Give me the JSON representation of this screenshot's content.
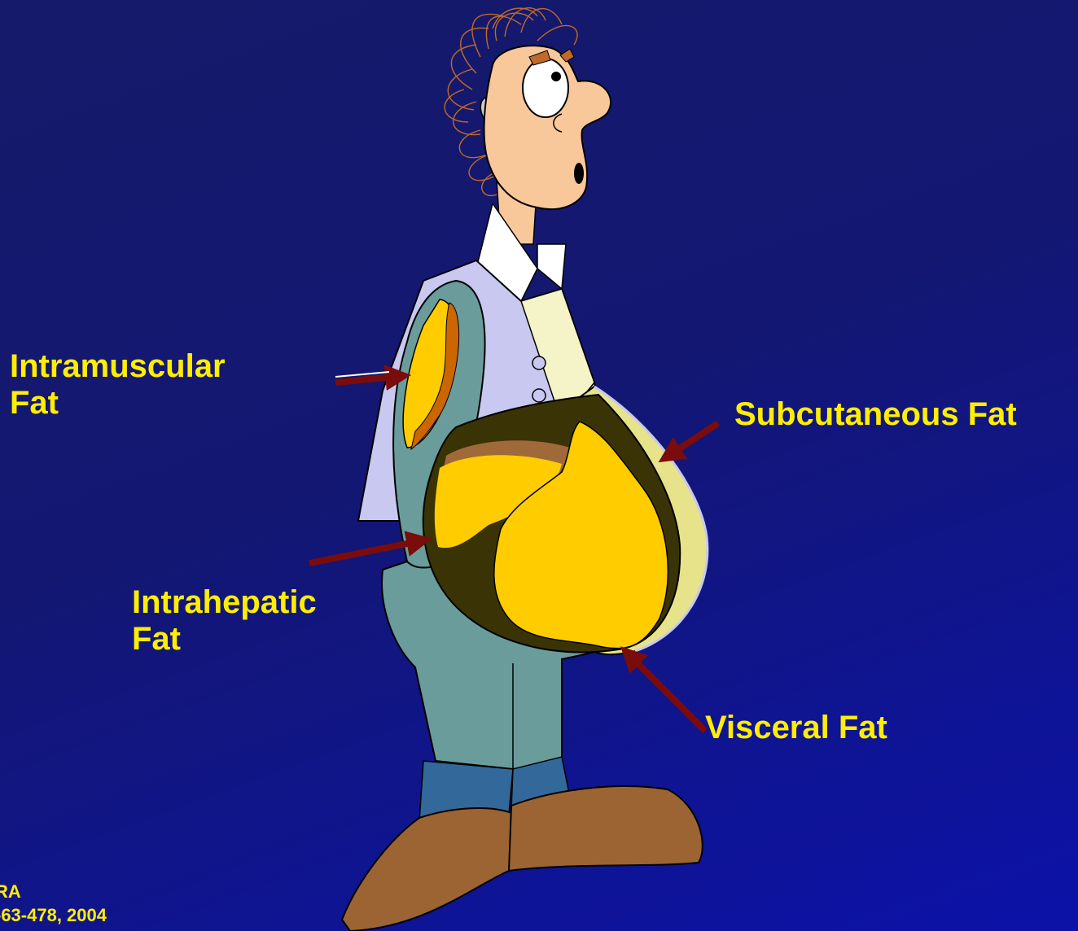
{
  "labels": {
    "intramuscular": [
      "Intramuscular",
      "Fat"
    ],
    "subcutaneous": "Subcutaneous Fat",
    "intrahepatic": [
      "Intrahepatic",
      "Fat"
    ],
    "visceral": "Visceral Fat"
  },
  "citation": [
    "RA",
    "-63-478, 2004"
  ],
  "colors": {
    "label_text": "#ffee00",
    "arrow": "#7a0c0c",
    "fat": "#ffcc00",
    "subcutaneous_fat": "#e6e38a",
    "visceral_cavity": "#3a3306",
    "sleeve_and_pants": "#6a9c9c",
    "shirt": "#c8c8f0",
    "skin": "#f8c89a",
    "shoes": "#9b6432"
  }
}
